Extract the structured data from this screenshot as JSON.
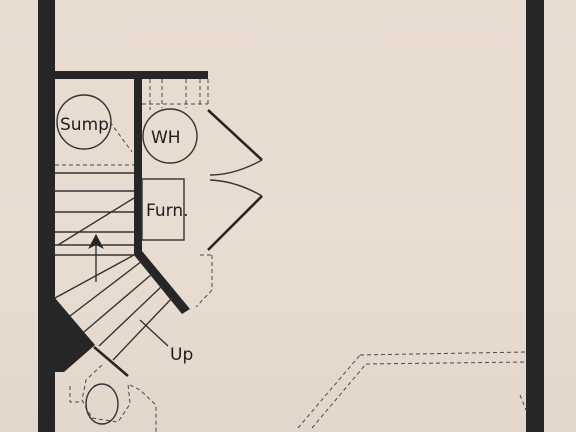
{
  "labels": {
    "sump": "Sump",
    "water_heater": "WH",
    "furnace": "Furn.",
    "stairs_up": "Up"
  }
}
